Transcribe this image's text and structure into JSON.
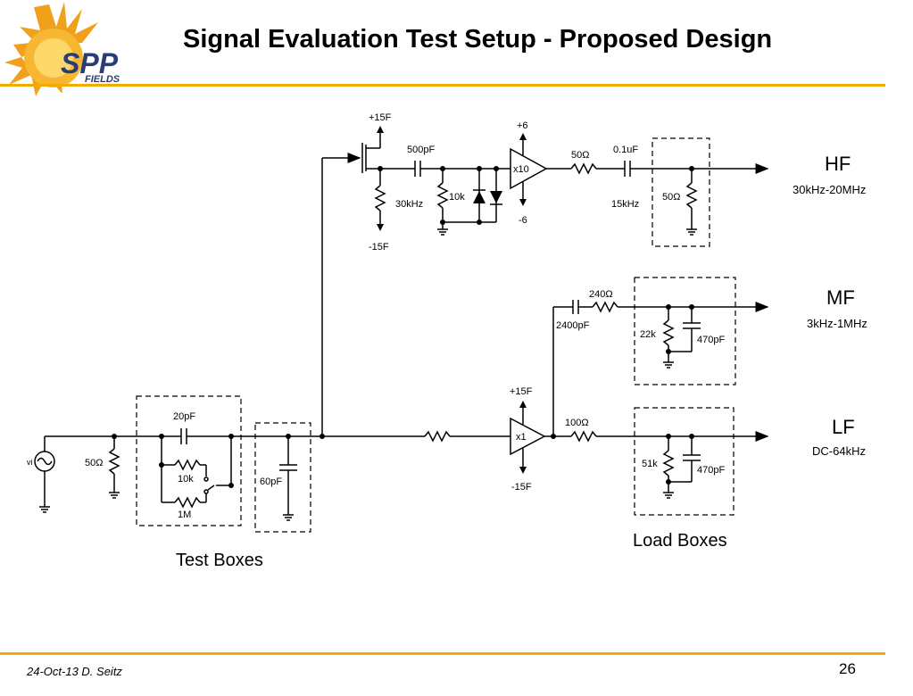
{
  "slide": {
    "title": "Signal Evaluation Test Setup - Proposed Design",
    "footer_left": "24-Oct-13  D. Seitz",
    "page_number": "26",
    "accent_color": "#f2a900"
  },
  "logo": {
    "text_main": "SPP",
    "text_sub": "FIELDS",
    "icon": "sun-logo-icon"
  },
  "diagram": {
    "outputs": {
      "hf": {
        "name": "HF",
        "range": "30kHz-20MHz"
      },
      "mf": {
        "name": "MF",
        "range": "3kHz-1MHz"
      },
      "lf": {
        "name": "LF",
        "range": "DC-64kHz"
      }
    },
    "box_labels": {
      "test": "Test Boxes",
      "load": "Load Boxes"
    },
    "hf_path": {
      "fet_supply_pos": "+15F",
      "fet_supply_neg": "-15F",
      "r_30k": "30kHz",
      "c_500p": "500pF",
      "r_10k": "10k",
      "amp_supply_pos": "+6",
      "amp_supply_neg": "-6",
      "amp_gain": "x10",
      "r_50_series": "50Ω",
      "c_01u": "0.1uF",
      "freq_15k": "15kHz",
      "r_50_load": "50Ω"
    },
    "mf_path": {
      "r_240": "240Ω",
      "c_2400p": "2400pF",
      "r_22k": "22k",
      "c_470p": "470pF"
    },
    "lf_path": {
      "amp_supply_pos": "+15F",
      "amp_supply_neg": "-15F",
      "amp_gain": "x1",
      "r_100": "100Ω",
      "r_51k": "51k",
      "c_470p": "470pF"
    },
    "source": {
      "r_50": "50Ω",
      "c_20p": "20pF",
      "r_10k": "10k",
      "r_1m": "1M",
      "c_60p": "60pF"
    }
  }
}
